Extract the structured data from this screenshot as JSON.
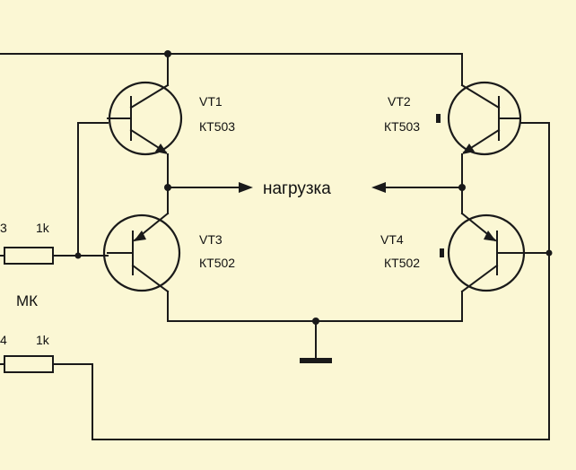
{
  "colors": {
    "background": "#fbf7d4",
    "ink": "#1a1a1a"
  },
  "transistors": {
    "vt1": {
      "name": "VT1",
      "model": "КТ503"
    },
    "vt2": {
      "name": "VT2",
      "model": "КТ503"
    },
    "vt3": {
      "name": "VT3",
      "model": "КТ502"
    },
    "vt4": {
      "name": "VT4",
      "model": "КТ502"
    }
  },
  "load_label": "нагрузка",
  "mcu_label": "МК",
  "resistors": {
    "r_top": {
      "pin": "3",
      "value": "1k"
    },
    "r_bottom": {
      "pin": "4",
      "value": "1k"
    }
  },
  "icons": {
    "ground": "ground-symbol",
    "arrows": "load-arrow-icon"
  }
}
